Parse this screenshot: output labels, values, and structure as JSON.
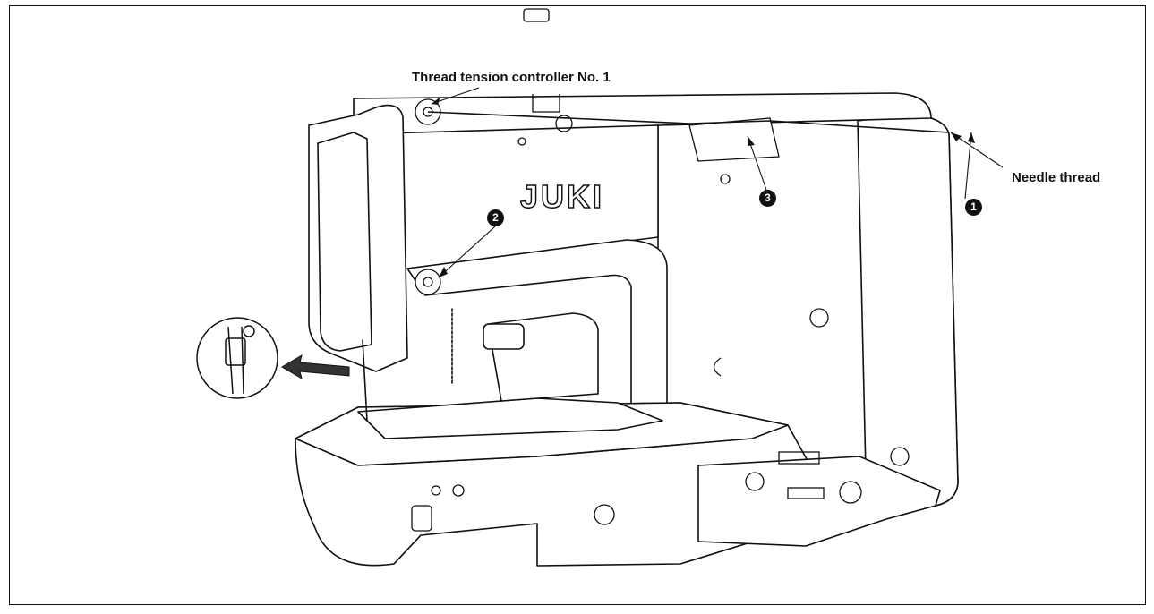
{
  "labels": {
    "tension_controller": "Thread tension controller No. 1",
    "needle_thread": "Needle thread",
    "brand": "JUKI"
  },
  "callouts": [
    "1",
    "2",
    "3"
  ]
}
